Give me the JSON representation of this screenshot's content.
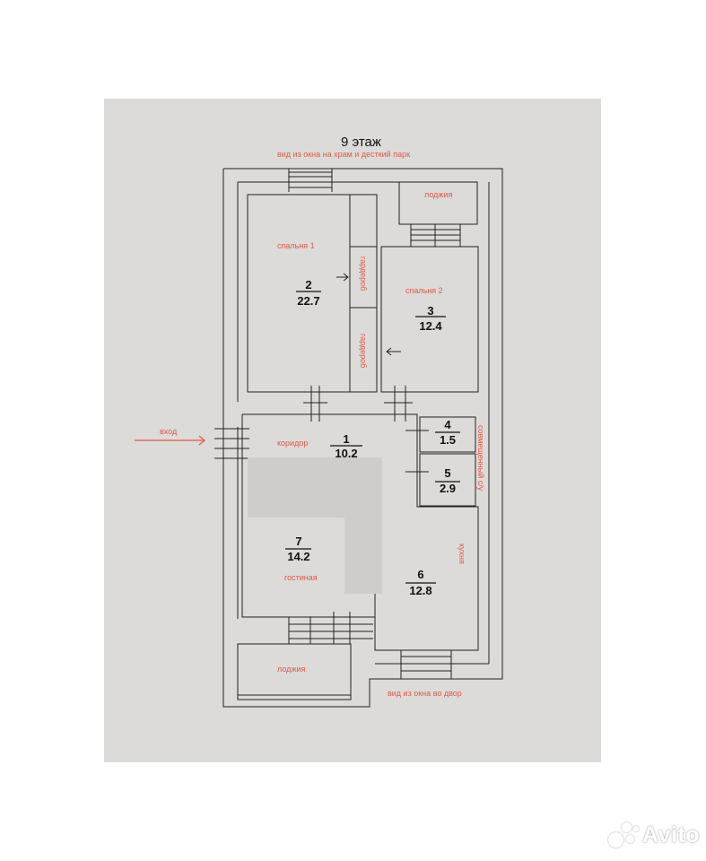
{
  "header": {
    "floor_title": "9 этаж",
    "view_top": "вид из окна на храм и десткий парк",
    "view_bottom": "вид из окна во двор"
  },
  "entrance": {
    "label": "вход"
  },
  "rooms": {
    "corridor": {
      "number": "1",
      "area": "10.2",
      "name": "коридор"
    },
    "bedroom1": {
      "number": "2",
      "area": "22.7",
      "name": "спальня 1"
    },
    "bedroom2": {
      "number": "3",
      "area": "12.4",
      "name": "спальня 2"
    },
    "bath_a": {
      "number": "4",
      "area": "1.5"
    },
    "bath_b": {
      "number": "5",
      "area": "2.9",
      "name": "совмещенный с/у"
    },
    "kitchen": {
      "number": "6",
      "area": "12.8",
      "name": "кухня"
    },
    "living": {
      "number": "7",
      "area": "14.2",
      "name": "гостиная"
    }
  },
  "wardrobes": [
    "гардероб",
    "гардероб"
  ],
  "loggias": [
    "лоджия",
    "лоджия"
  ],
  "watermark": {
    "text": "Avito"
  },
  "colors": {
    "sheet": "#dcdbd9",
    "line": "#222222",
    "annotation": "#e05a48",
    "redacted_patch": "#cfcdcb"
  }
}
